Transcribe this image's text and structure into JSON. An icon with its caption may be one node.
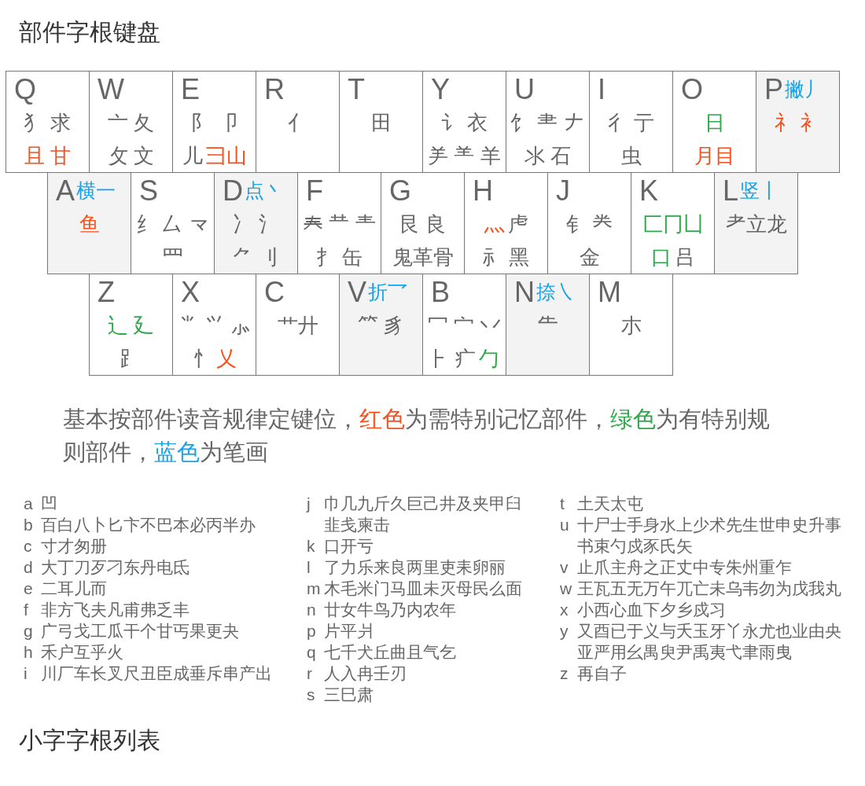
{
  "diagram": {
    "title": "部件字根键盘",
    "nodes": [
      {
        "text": [
          "Q",
          "犭 求",
          "且 甘"
        ]
      },
      {
        "text": [
          "W",
          "亠 夂",
          "攵 文"
        ]
      },
      {
        "text": [
          "E",
          "阝 卩",
          "儿",
          "彐山"
        ]
      },
      {
        "text": [
          "R",
          "亻"
        ]
      },
      {
        "text": [
          "T",
          "田"
        ]
      },
      {
        "text": [
          "Y",
          "讠 衣",
          "⺶ ⺷ 羊"
        ]
      },
      {
        "text": [
          "U",
          "饣 ⺻ 𠂇",
          "氺 石"
        ]
      },
      {
        "text": [
          "I",
          "彳 亍",
          "虫"
        ]
      },
      {
        "text": [
          "O",
          "日",
          "月目"
        ]
      },
      {
        "text": [
          "P",
          "撇丿",
          "礻 衤"
        ]
      },
      {
        "text": [
          "A",
          "横一",
          "鱼"
        ]
      },
      {
        "text": [
          "S",
          "纟 厶 龴",
          "罒"
        ]
      },
      {
        "text": [
          "D",
          "点丶",
          "冫 氵",
          "⺈ 刂"
        ]
      },
      {
        "text": [
          "F",
          "𡗗 龷 龶",
          "扌 缶"
        ]
      },
      {
        "text": [
          "G",
          "艮 良",
          "鬼革骨"
        ]
      },
      {
        "text": [
          "H",
          "灬",
          "虍",
          "⺬ 黑"
        ]
      },
      {
        "text": [
          "J",
          "钅 龹",
          "金"
        ]
      },
      {
        "text": [
          "K",
          "匚冂凵",
          "口",
          "吕"
        ]
      },
      {
        "text": [
          "L",
          "竖丨",
          "耂立龙"
        ]
      },
      {
        "text": [
          "Z",
          "辶 廴",
          "⻊"
        ]
      },
      {
        "text": [
          "X",
          "⺌ ⺍ ⺗",
          "忄",
          "乂"
        ]
      },
      {
        "text": [
          "C",
          "艹廾"
        ]
      },
      {
        "text": [
          "V",
          "折乛",
          "⺮ 豸"
        ]
      },
      {
        "text": [
          "B",
          "冖 宀 丷",
          "⺊ 疒",
          "勹"
        ]
      },
      {
        "text": [
          "N",
          "捺㇏",
          "⺧"
        ]
      },
      {
        "text": [
          "M",
          "朩"
        ]
      }
    ],
    "labels": [
      "基本按部件读音规律定键位，",
      "a",
      "凹",
      "b",
      "百白八卜匕卞不巴本必丙半办",
      "c",
      "寸才匆册",
      "d",
      "大丁刀歹刁东丹电氐",
      "e",
      "二耳儿而",
      "f",
      "非方飞夫凡甫弗乏丰",
      "g",
      "广弓戈工瓜干个甘丐果更夬",
      "h",
      "禾户互乎火",
      "i",
      "川厂车长叉尺丑臣成垂斥串产出",
      "j",
      "巾几九斤久巨己井及夹甲臼韭戋柬击",
      "k",
      "口开亏",
      "l",
      "了力乐来良两里吏耒卵丽",
      "m",
      "木毛米门马皿未灭母民么面",
      "n",
      "廿女牛鸟乃内农年",
      "p",
      "片平爿",
      "q",
      "七千犬丘曲且气乞",
      "r",
      "人入冉壬刃",
      "s",
      "三巳肃",
      "t",
      "土天太屯",
      "u",
      "十尸士手身水上少术先生世申史升事书束勺戍豕氏矢",
      "v",
      "止爪主舟之正丈中专朱州重乍",
      "w",
      "王瓦五无万午兀亡未乌韦勿为戊我丸",
      "x",
      "小西心血下夕乡戍习",
      "y",
      "又酉已于义与夭玉牙丫永尤也业由央亚严用幺禺臾尹禹夷弋聿雨曳",
      "z",
      "再自子",
      "小字字根列表"
    ],
    "legend": [
      {
        "text": "红色为需特别记忆部件，",
        "color": "#f4511e"
      },
      {
        "text": "绿色为有特别规则部件，",
        "color": "#2ea84a"
      },
      {
        "text": "蓝色为笔画",
        "color": "#1aa3e8"
      }
    ]
  }
}
